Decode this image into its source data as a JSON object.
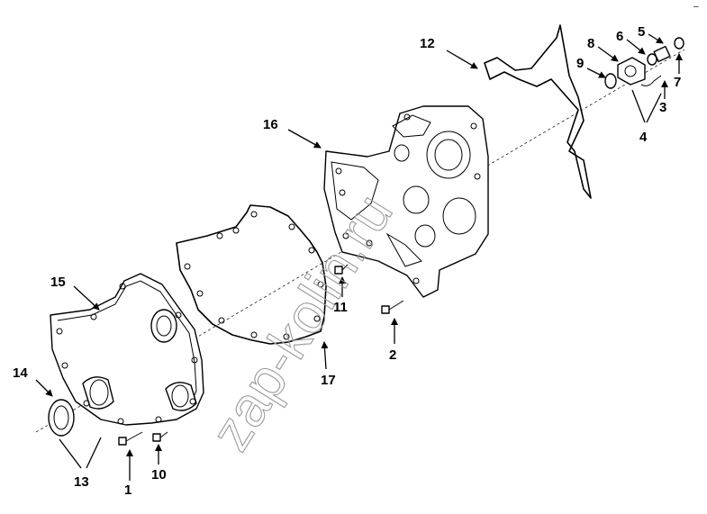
{
  "diagram": {
    "callouts": [
      {
        "id": "c1",
        "text": "1"
      },
      {
        "id": "c2",
        "text": "2"
      },
      {
        "id": "c3",
        "text": "3"
      },
      {
        "id": "c4",
        "text": "4"
      },
      {
        "id": "c5",
        "text": "5"
      },
      {
        "id": "c6",
        "text": "6"
      },
      {
        "id": "c7",
        "text": "7"
      },
      {
        "id": "c8",
        "text": "8"
      },
      {
        "id": "c9",
        "text": "9"
      },
      {
        "id": "c10",
        "text": "10"
      },
      {
        "id": "c11",
        "text": "11"
      },
      {
        "id": "c12",
        "text": "12"
      },
      {
        "id": "c13",
        "text": "13"
      },
      {
        "id": "c14",
        "text": "14"
      },
      {
        "id": "c15",
        "text": "15"
      },
      {
        "id": "c16",
        "text": "16"
      },
      {
        "id": "c17",
        "text": "17"
      }
    ],
    "watermark": "zap-kolin.ru",
    "corner_mark": "–"
  }
}
